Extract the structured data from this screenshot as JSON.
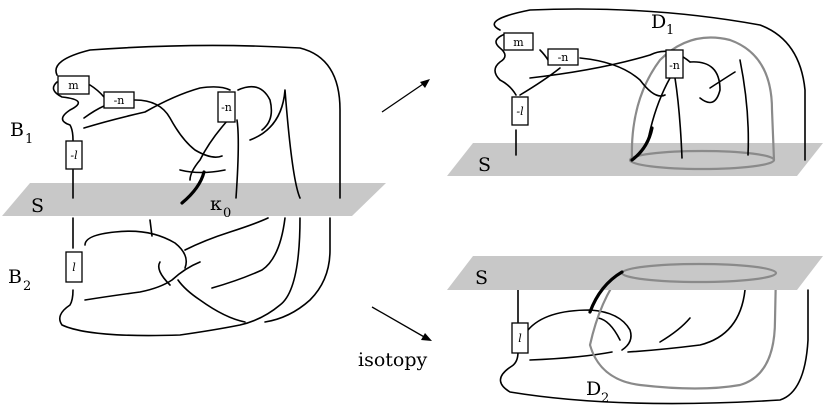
{
  "left_figure": {
    "plane_label": "S",
    "upper_ball": {
      "letter": "B",
      "index": "1"
    },
    "lower_ball": {
      "letter": "B",
      "index": "2"
    },
    "arc_label": {
      "letter": "κ",
      "index": "0"
    },
    "boxes": {
      "m": "m",
      "n1": "-n",
      "n2": "-n",
      "l_top": "-l",
      "l_bottom": "l"
    }
  },
  "top_right_figure": {
    "plane_label": "S",
    "disk_label": {
      "letter": "D",
      "index": "1"
    },
    "boxes": {
      "m": "m",
      "n1": "-n",
      "n2": "-n",
      "l_top": "-l"
    }
  },
  "bottom_right_figure": {
    "plane_label": "S",
    "disk_label": {
      "letter": "D",
      "index": "2"
    },
    "boxes": {
      "l": "l"
    }
  },
  "arrows": {
    "lower_label": "isotopy"
  }
}
